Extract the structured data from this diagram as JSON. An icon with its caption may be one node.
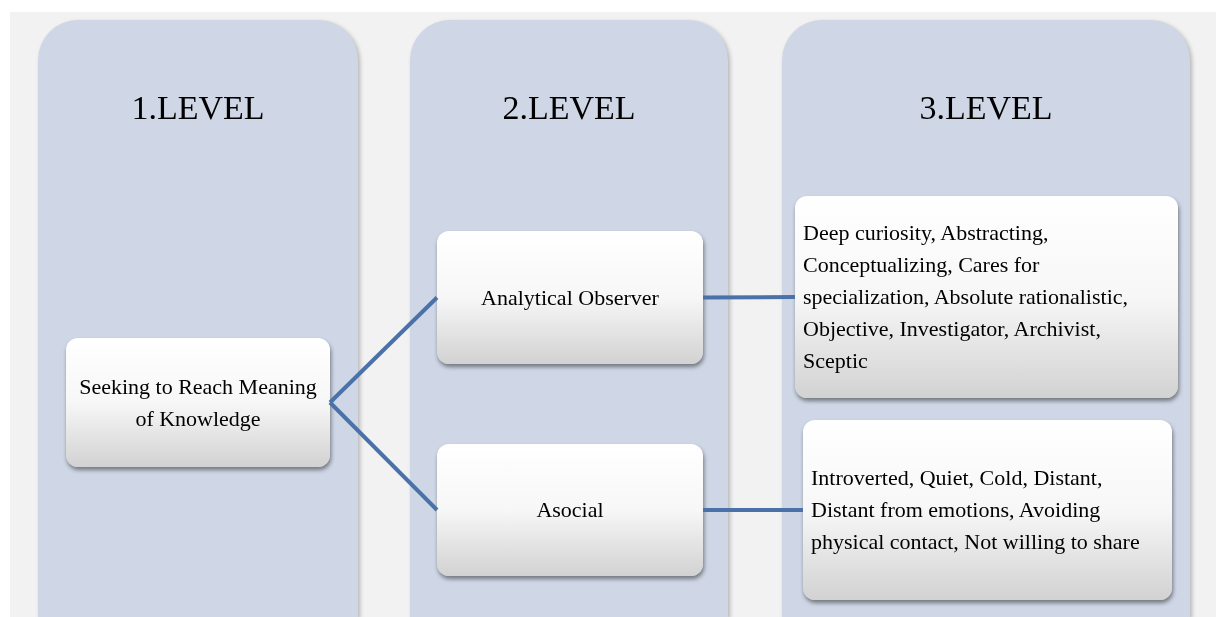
{
  "diagram": {
    "nodes": [
      {
        "text": [
          "1.LEVEL"
        ]
      },
      {
        "text": [
          "2.LEVEL"
        ]
      },
      {
        "text": [
          "3.LEVEL"
        ]
      },
      {
        "text": [
          "Seeking to Reach Meaning of Knowledge"
        ],
        "in": 0
      },
      {
        "text": [
          "Analytical Observer"
        ],
        "in": 1
      },
      {
        "text": [
          "Asocial"
        ],
        "in": 1
      },
      {
        "text": [
          "Deep curiosity, Abstracting, Conceptualizing, Cares for specialization, Absolute rationalistic, Objective, Investigator, Archivist, Sceptic"
        ],
        "in": 2
      },
      {
        "text": [
          "Introverted, Quiet, Cold, Distant, Distant from emotions, Avoiding physical contact, Not willing to share"
        ],
        "in": 2
      }
    ],
    "edges": [
      {
        "from": 3,
        "to": 4,
        "arrow": "none"
      },
      {
        "from": 3,
        "to": 5,
        "arrow": "none"
      },
      {
        "from": 4,
        "to": 6,
        "arrow": "none"
      },
      {
        "from": 5,
        "to": 7,
        "arrow": "none"
      }
    ]
  }
}
